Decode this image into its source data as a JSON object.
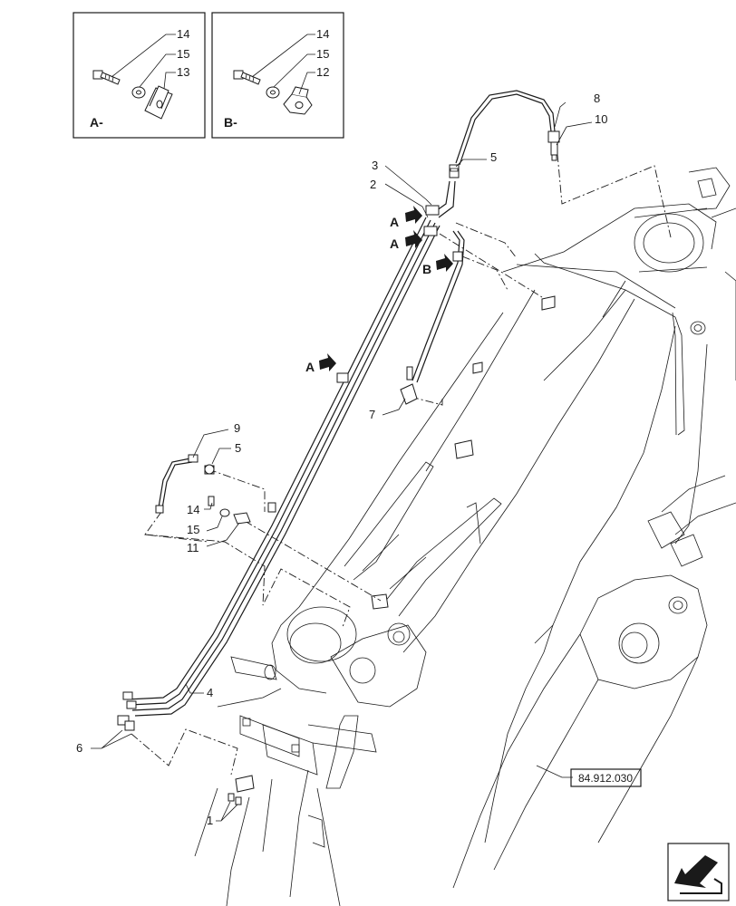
{
  "detail_a": {
    "title": "A-",
    "labels": {
      "bolt": "14",
      "washer": "15",
      "clamp": "13"
    }
  },
  "detail_b": {
    "title": "B-",
    "labels": {
      "bolt": "14",
      "washer": "15",
      "clamp": "12"
    }
  },
  "callouts": {
    "c1": "1",
    "c2": "2",
    "c3": "3",
    "c4": "4",
    "c5_top": "5",
    "c5_left": "5",
    "c6": "6",
    "c7": "7",
    "c8": "8",
    "c9": "9",
    "c10": "10",
    "c11": "11",
    "c14": "14",
    "c15": "15"
  },
  "markers": {
    "a1": "A",
    "a2": "A",
    "a3": "A",
    "b1": "B"
  },
  "reference_box": "84.912.030",
  "icons": {
    "nav": "navigation-arrow-icon"
  }
}
